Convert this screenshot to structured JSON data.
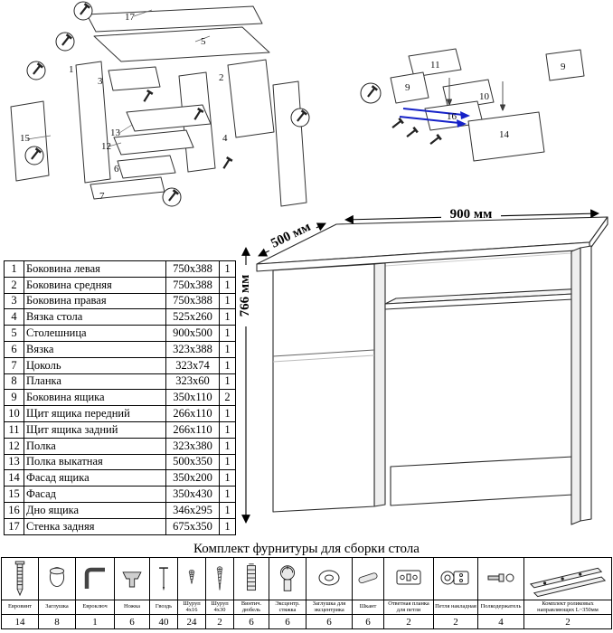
{
  "parts": {
    "rows": [
      {
        "num": "1",
        "name": "Боковина левая",
        "size": "750x388",
        "qty": "1"
      },
      {
        "num": "2",
        "name": "Боковина средняя",
        "size": "750x388",
        "qty": "1"
      },
      {
        "num": "3",
        "name": "Боковина правая",
        "size": "750x388",
        "qty": "1"
      },
      {
        "num": "4",
        "name": "Вязка стола",
        "size": "525x260",
        "qty": "1"
      },
      {
        "num": "5",
        "name": "Столешница",
        "size": "900x500",
        "qty": "1"
      },
      {
        "num": "6",
        "name": "Вязка",
        "size": "323x388",
        "qty": "1"
      },
      {
        "num": "7",
        "name": "Цоколь",
        "size": "323x74",
        "qty": "1"
      },
      {
        "num": "8",
        "name": "Планка",
        "size": "323x60",
        "qty": "1"
      },
      {
        "num": "9",
        "name": "Боковина ящика",
        "size": "350x110",
        "qty": "2"
      },
      {
        "num": "10",
        "name": "Щит ящика передний",
        "size": "266x110",
        "qty": "1"
      },
      {
        "num": "11",
        "name": "Щит ящика задний",
        "size": "266x110",
        "qty": "1"
      },
      {
        "num": "12",
        "name": "Полка",
        "size": "323x380",
        "qty": "1"
      },
      {
        "num": "13",
        "name": "Полка выкатная",
        "size": "500x350",
        "qty": "1"
      },
      {
        "num": "14",
        "name": "Фасад ящика",
        "size": "350x200",
        "qty": "1"
      },
      {
        "num": "15",
        "name": "Фасад",
        "size": "350x430",
        "qty": "1"
      },
      {
        "num": "16",
        "name": "Дно ящика",
        "size": "346x295",
        "qty": "1"
      },
      {
        "num": "17",
        "name": "Стенка задняя",
        "size": "675x350",
        "qty": "1"
      }
    ]
  },
  "dimensions": {
    "width": "900 мм",
    "depth": "500 мм",
    "height": "766 мм"
  },
  "diagram": {
    "left": [
      "17",
      "5",
      "1",
      "3",
      "2",
      "4",
      "13",
      "12",
      "6",
      "7",
      "15"
    ],
    "right": [
      "11",
      "9",
      "9",
      "10",
      "16",
      "14"
    ]
  },
  "hardware": {
    "title": "Комплект фурнитуры для сборки стола",
    "items": [
      {
        "label": "Евровинт",
        "qty": "14"
      },
      {
        "label": "Заглушка",
        "qty": "8"
      },
      {
        "label": "Евроключ",
        "qty": "1"
      },
      {
        "label": "Ножка",
        "qty": "6"
      },
      {
        "label": "Гвоздь",
        "qty": "40"
      },
      {
        "label": "Шуруп 4x16",
        "qty": "24"
      },
      {
        "label": "Шуруп 4x30",
        "qty": "2"
      },
      {
        "label": "Винтич. дюбель",
        "qty": "6"
      },
      {
        "label": "Эксцентр. стяжка",
        "qty": "6"
      },
      {
        "label": "Заглушка для эксцентрика",
        "qty": "6"
      },
      {
        "label": "Шкант",
        "qty": "6"
      },
      {
        "label": "Ответная планка для петли",
        "qty": "2"
      },
      {
        "label": "Петля накладная",
        "qty": "2"
      },
      {
        "label": "Полкодержатель",
        "qty": "4"
      },
      {
        "label": "Комплект роликовых направляющих L~350мм",
        "qty": "2"
      }
    ]
  }
}
